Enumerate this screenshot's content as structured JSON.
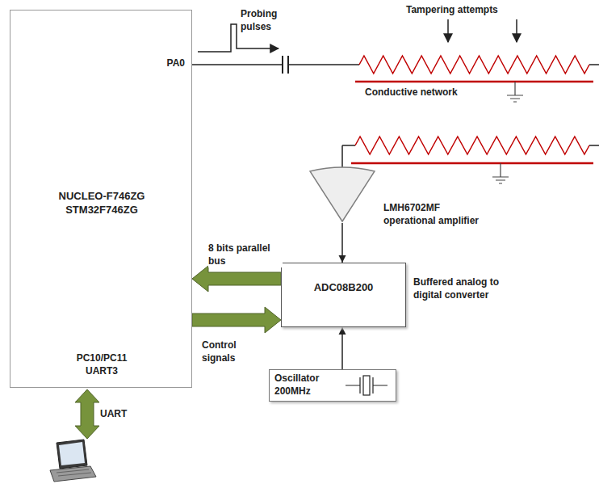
{
  "diagram": {
    "nodes": [
      {
        "text": [
          "PA0",
          "NUCLEO-F746ZG STM32F746ZG",
          "PC10/PC11 UART3"
        ]
      },
      {
        "text": [
          "LMH6702MF operational amplifier"
        ]
      },
      {
        "text": [
          "ADC08B200"
        ]
      },
      {
        "text": [
          "Oscillator 200MHz"
        ]
      }
    ],
    "edges": [
      {
        "from": 2,
        "to": 0,
        "arrow": "to",
        "label": "8 bits parallel bus"
      },
      {
        "from": 0,
        "to": 2,
        "arrow": "to",
        "label": "Control signals"
      },
      {
        "from": 1,
        "to": 2,
        "arrow": "to"
      },
      {
        "from": 3,
        "to": 2,
        "arrow": "to"
      }
    ],
    "labels": [
      "Probing pulses",
      "Tampering attempts",
      "Conductive network",
      "Buffered analog to digital converter",
      "UART"
    ]
  }
}
